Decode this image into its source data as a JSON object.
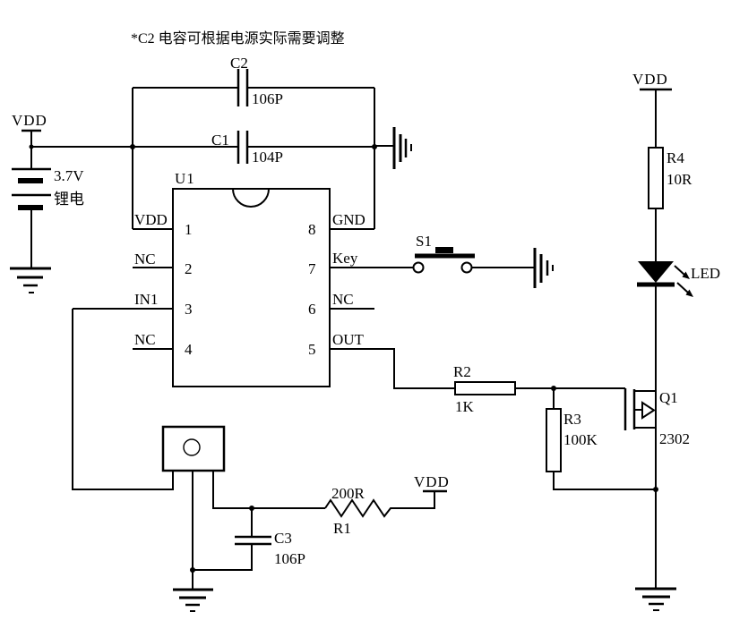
{
  "note": "*C2 电容可根据电源实际需要调整",
  "power": {
    "vdd": "VDD",
    "battery_voltage": "3.7V",
    "battery_type": "锂电"
  },
  "ic": {
    "ref": "U1",
    "left_pins": [
      {
        "num": "1",
        "label": "VDD"
      },
      {
        "num": "2",
        "label": "NC"
      },
      {
        "num": "3",
        "label": "IN1"
      },
      {
        "num": "4",
        "label": "NC"
      }
    ],
    "right_pins": [
      {
        "num": "8",
        "label": "GND"
      },
      {
        "num": "7",
        "label": "Key"
      },
      {
        "num": "6",
        "label": "NC"
      },
      {
        "num": "5",
        "label": "OUT"
      }
    ]
  },
  "switch_s1": {
    "ref": "S1"
  },
  "r1": {
    "ref": "R1",
    "value": "200R"
  },
  "r2": {
    "ref": "R2",
    "value": "1K"
  },
  "r3": {
    "ref": "R3",
    "value": "100K"
  },
  "r4": {
    "ref": "R4",
    "value": "10R"
  },
  "c1": {
    "ref": "C1",
    "value": "104P"
  },
  "c2": {
    "ref": "C2",
    "value": "106P"
  },
  "c3": {
    "ref": "C3",
    "value": "106P"
  },
  "q1": {
    "ref": "Q1",
    "value": "2302"
  },
  "led": {
    "ref": "LED"
  },
  "colors": {
    "line": "#000000",
    "background": "#ffffff"
  }
}
